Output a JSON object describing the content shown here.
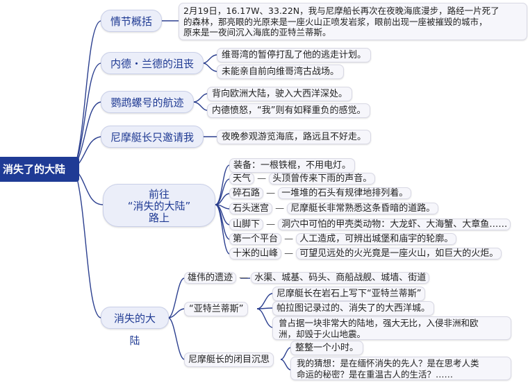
{
  "root": "消失了的大陆",
  "branches": {
    "plot": {
      "label": "情节概括",
      "text": [
        "2月19日，16.17W、33.22N，我与尼摩船长再次在夜晚海底漫步，路经一片死了",
        "的森林，那亮眼的光原来是一座火山正喷发岩浆，眼前出现一座被摧毁的城市，",
        "原来是一夜间沉入海底的亚特兰蒂斯。"
      ]
    },
    "ned": {
      "label": "内德・兰德的沮丧",
      "items": [
        "维哥湾的暂停打乱了他的逃走计划。",
        "未能亲自前向维哥湾古战场。"
      ]
    },
    "nautilus": {
      "label": "鹦鹉螺号的航迹",
      "items": [
        "背向欧洲大陆，驶入大西洋深处。",
        "内德愤怒，“我”则有如释重负的感觉。"
      ]
    },
    "invite": {
      "label": "尼摩艇长只邀请我",
      "items": [
        "夜晚参观游览海底，路远且不好走。"
      ]
    },
    "journey": {
      "label_lines": [
        "前往",
        "“消失的大陆”",
        "路上"
      ],
      "items": [
        {
          "key": "装备：一根铁棍，不用电灯。",
          "value": ""
        },
        {
          "key": "天气",
          "value": "头顶曾传来下雨的声音。"
        },
        {
          "key": "碎石路",
          "value": "一堆堆的石头有规律地排列着。"
        },
        {
          "key": "石头迷宫",
          "value": "尼摩艇长非常熟悉这条昏暗的道路。"
        },
        {
          "key": "山脚下",
          "value": "洞穴中可怕的甲壳类动物：大龙虾、大海蟹、大章鱼……"
        },
        {
          "key": "第一个平台",
          "value": "人工造成，可辨出城堡和庙宇的轮廓。"
        },
        {
          "key": "十米的山峰",
          "value": "可望见远处的火光竟是一座火山，如巨大的火炬。"
        }
      ]
    },
    "continent": {
      "label": "消失的大陆",
      "remains": {
        "label": "雄伟的遗迹",
        "value": "水渠、城基、码头、商船战舰、城墙、街道"
      },
      "atlantis": {
        "label": "“亚特兰蒂斯”",
        "items": [
          "尼摩艇长在岩石上写下“亚特兰蒂斯”",
          "帕拉图记录过的、消失了的大西洋城。",
          [
            "曾占据一块非常大的陆地，强大无比，入侵非洲和欧",
            "洲，却毁于火山地震。"
          ]
        ]
      },
      "meditation": {
        "label": "尼摩艇长的闭目沉思",
        "items": [
          [
            "整整一个小时。"
          ],
          [
            "我的猜想：是在缅怀消失的先人？是在思考人类",
            "命运的秘密？是在重温古人的生活？……"
          ]
        ]
      }
    }
  },
  "colors": {
    "root_bg": "#1f3b95",
    "branch_text": "#1f3a93",
    "wire": "#2b3f8f"
  }
}
